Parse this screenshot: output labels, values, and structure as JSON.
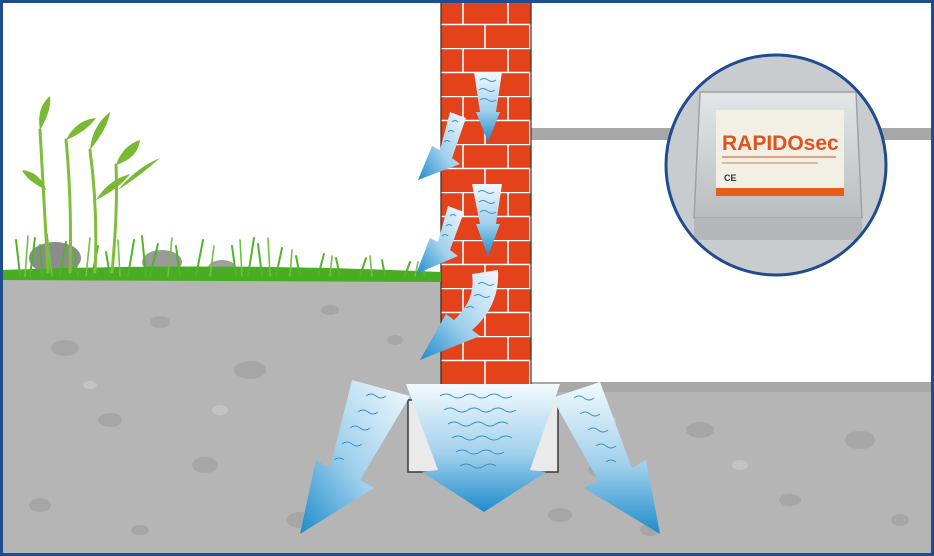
{
  "diagram": {
    "device": {
      "brand": "RAPIDOsec",
      "mark": "CE"
    },
    "colors": {
      "frame": "#1f4c8f",
      "sky": "#ffffff",
      "soil": "#b5b5b5",
      "soil_spots": "#a7a7a7",
      "brick": "#e4421b",
      "mortar": "#ffffff",
      "grass": "#4fb528",
      "wall_band": "#a8a8a8",
      "water_light": "#eaf5fb",
      "water_dark": "#2d93cf",
      "device_orange": "#e85d1a",
      "device_body": "#d2d5d7"
    },
    "elements": [
      "outer-frame",
      "soil",
      "brick-wall",
      "foundation-block",
      "grass",
      "water-flow-arrows",
      "inside-wall-band",
      "device-magnifier"
    ]
  }
}
